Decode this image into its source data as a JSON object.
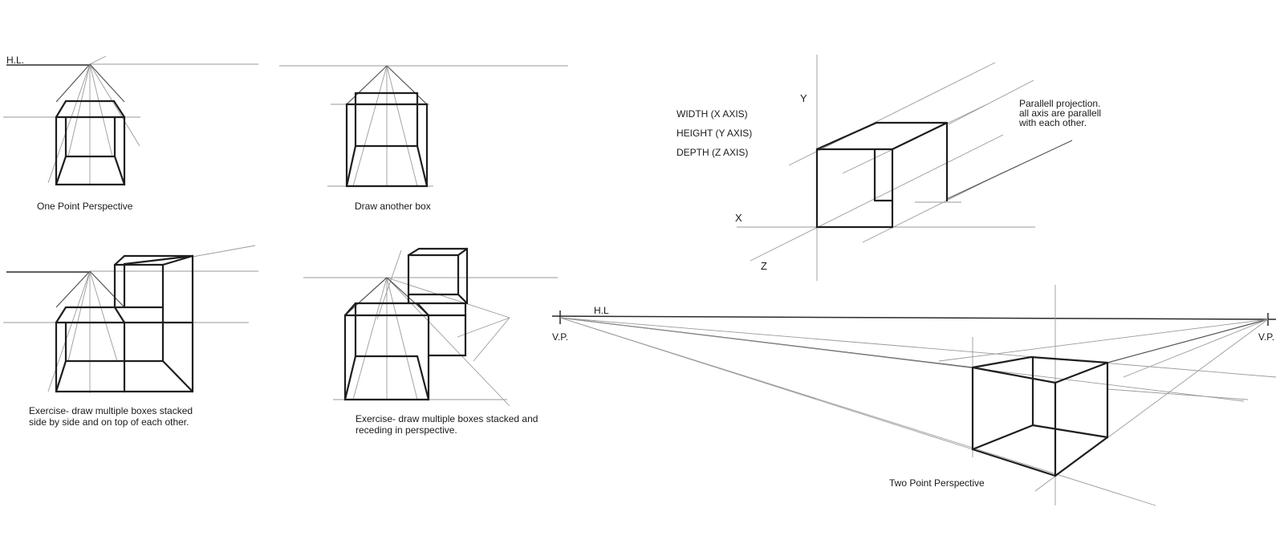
{
  "one_point": {
    "hl_label": "H.L.",
    "caption": "One Point Perspective"
  },
  "another_box": {
    "caption": "Draw another box"
  },
  "exercise_stacked": {
    "caption_line1": "Exercise- draw multiple boxes stacked",
    "caption_line2": "side by side and on top of each other."
  },
  "exercise_receding": {
    "caption_line1": "Exercise- draw multiple boxes stacked and",
    "caption_line2": "receding in perspective."
  },
  "parallel": {
    "width_label": "WIDTH  (X AXIS)",
    "height_label": "HEIGHT  (Y AXIS)",
    "depth_label": "DEPTH  (Z AXIS)",
    "axis_y": "Y",
    "axis_x": "X",
    "axis_z": "Z",
    "note_line1": "Parallell projection.",
    "note_line2": "all axis are parallell",
    "note_line3": "with each other."
  },
  "two_point": {
    "hl_label": "H.L",
    "vp_left": "V.P.",
    "vp_right": "V.P.",
    "caption": "Two Point Perspective"
  }
}
